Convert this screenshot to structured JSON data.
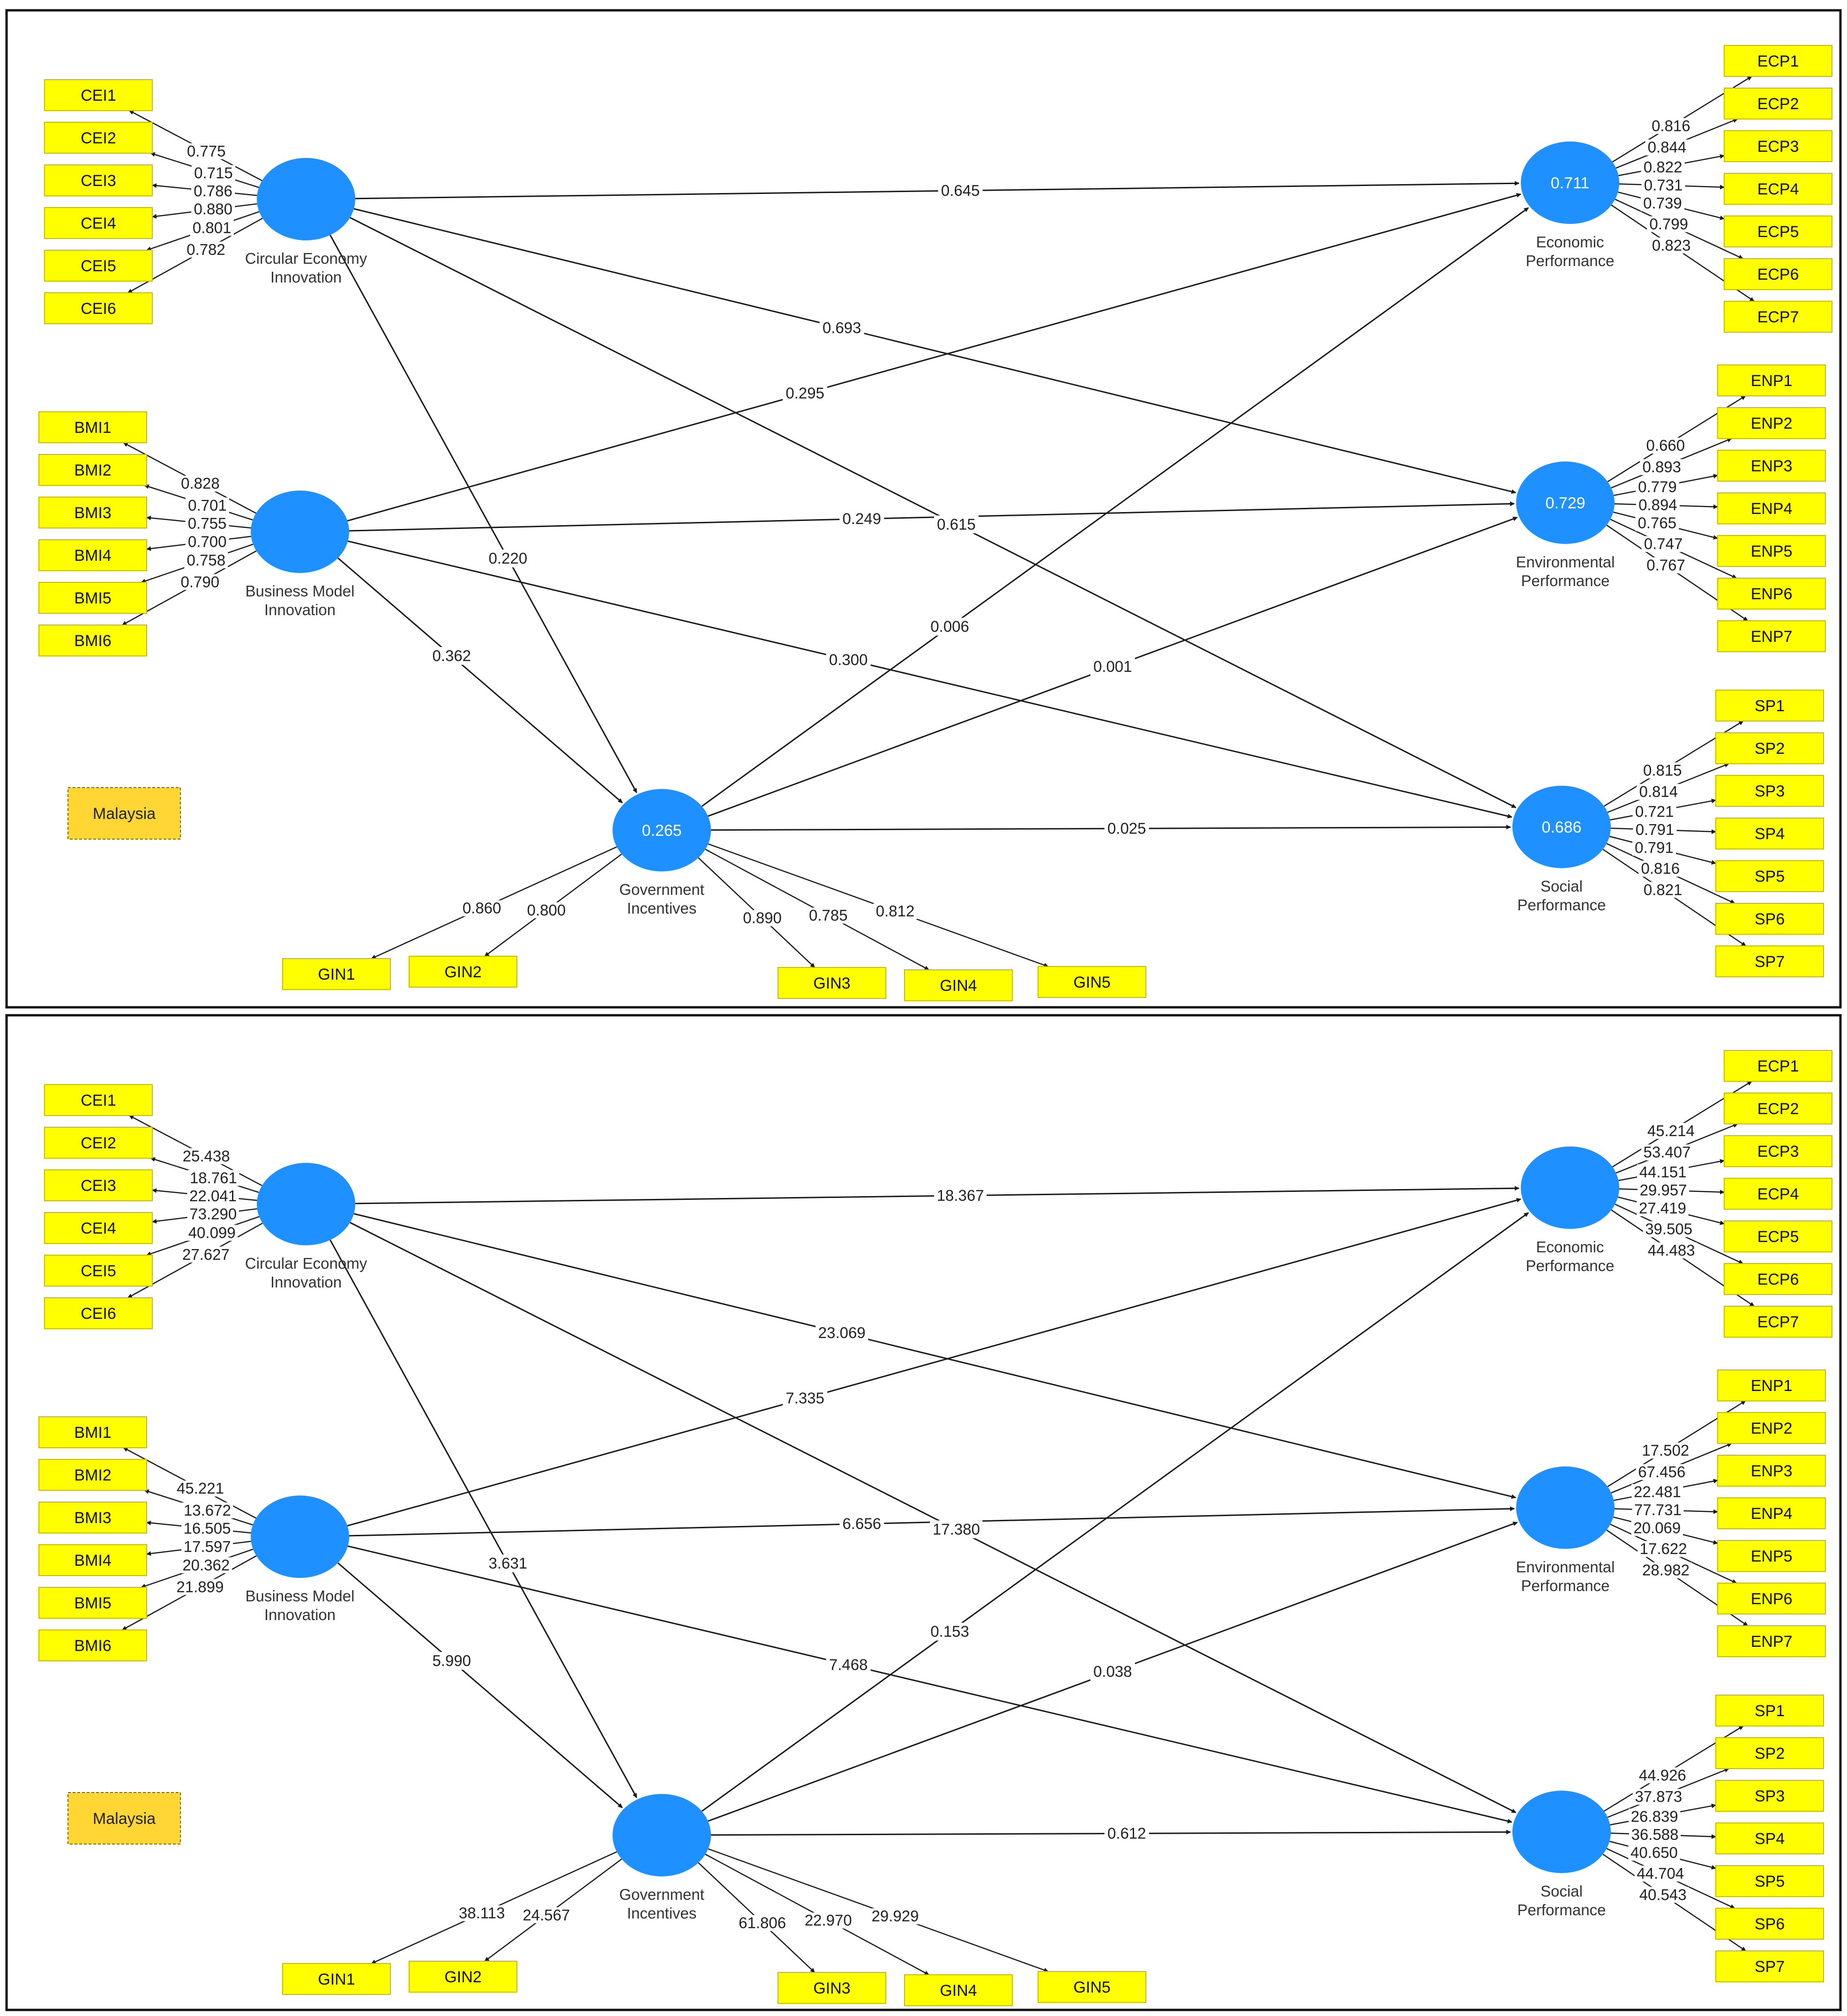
{
  "colors": {
    "indicator_fill": "#ffff00",
    "indicator_stroke": "#c9b800",
    "construct_fill": "#1e90ff",
    "group_fill": "#ffd633",
    "line": "#1a1a1a",
    "panel_border": "#111111"
  },
  "icons": {
    "arrowhead": "arrowhead-icon",
    "construct": "ellipse-construct-icon",
    "indicator": "rectangle-indicator-icon"
  },
  "panels": [
    {
      "id": "top",
      "group_label": "Malaysia",
      "constructs": {
        "CEI": {
          "label": [
            "Circular Economy",
            "Innovation"
          ],
          "value": ""
        },
        "BMI": {
          "label": [
            "Business Model",
            "Innovation"
          ],
          "value": ""
        },
        "GIN": {
          "label": [
            "Government",
            "Incentives"
          ],
          "value": "0.265"
        },
        "ECP": {
          "label": [
            "Economic",
            "Performance"
          ],
          "value": "0.711"
        },
        "ENP": {
          "label": [
            "Environmental",
            "Performance"
          ],
          "value": "0.729"
        },
        "SP": {
          "label": [
            "Social",
            "Performance"
          ],
          "value": "0.686"
        }
      },
      "indicators": {
        "CEI": [
          "CEI1",
          "CEI2",
          "CEI3",
          "CEI4",
          "CEI5",
          "CEI6"
        ],
        "BMI": [
          "BMI1",
          "BMI2",
          "BMI3",
          "BMI4",
          "BMI5",
          "BMI6"
        ],
        "GIN": [
          "GIN1",
          "GIN2",
          "GIN3",
          "GIN4",
          "GIN5"
        ],
        "ECP": [
          "ECP1",
          "ECP2",
          "ECP3",
          "ECP4",
          "ECP5",
          "ECP6",
          "ECP7"
        ],
        "ENP": [
          "ENP1",
          "ENP2",
          "ENP3",
          "ENP4",
          "ENP5",
          "ENP6",
          "ENP7"
        ],
        "SP": [
          "SP1",
          "SP2",
          "SP3",
          "SP4",
          "SP5",
          "SP6",
          "SP7"
        ]
      },
      "loadings": {
        "CEI": [
          "0.775",
          "0.715",
          "0.786",
          "0.880",
          "0.801",
          "0.782"
        ],
        "BMI": [
          "0.828",
          "0.701",
          "0.755",
          "0.700",
          "0.758",
          "0.790"
        ],
        "GIN": [
          "0.860",
          "0.800",
          "0.890",
          "0.785",
          "0.812"
        ],
        "ECP": [
          "0.816",
          "0.844",
          "0.822",
          "0.731",
          "0.739",
          "0.799",
          "0.823"
        ],
        "ENP": [
          "0.660",
          "0.893",
          "0.779",
          "0.894",
          "0.765",
          "0.747",
          "0.767"
        ],
        "SP": [
          "0.815",
          "0.814",
          "0.721",
          "0.791",
          "0.791",
          "0.816",
          "0.821"
        ]
      },
      "paths": {
        "CEI_ECP": "0.645",
        "CEI_ENP": "0.693",
        "CEI_SP": "0.615",
        "CEI_GIN": "0.220",
        "BMI_ECP": "0.295",
        "BMI_ENP": "0.249",
        "BMI_SP": "0.300",
        "BMI_GIN": "0.362",
        "GIN_ECP": "0.006",
        "GIN_ENP": "0.001",
        "GIN_SP": "0.025"
      }
    },
    {
      "id": "bottom",
      "group_label": "Malaysia",
      "constructs": {
        "CEI": {
          "label": [
            "Circular Economy",
            "Innovation"
          ],
          "value": ""
        },
        "BMI": {
          "label": [
            "Business Model",
            "Innovation"
          ],
          "value": ""
        },
        "GIN": {
          "label": [
            "Government",
            "Incentives"
          ],
          "value": ""
        },
        "ECP": {
          "label": [
            "Economic",
            "Performance"
          ],
          "value": ""
        },
        "ENP": {
          "label": [
            "Environmental",
            "Performance"
          ],
          "value": ""
        },
        "SP": {
          "label": [
            "Social",
            "Performance"
          ],
          "value": ""
        }
      },
      "indicators": {
        "CEI": [
          "CEI1",
          "CEI2",
          "CEI3",
          "CEI4",
          "CEI5",
          "CEI6"
        ],
        "BMI": [
          "BMI1",
          "BMI2",
          "BMI3",
          "BMI4",
          "BMI5",
          "BMI6"
        ],
        "GIN": [
          "GIN1",
          "GIN2",
          "GIN3",
          "GIN4",
          "GIN5"
        ],
        "ECP": [
          "ECP1",
          "ECP2",
          "ECP3",
          "ECP4",
          "ECP5",
          "ECP6",
          "ECP7"
        ],
        "ENP": [
          "ENP1",
          "ENP2",
          "ENP3",
          "ENP4",
          "ENP5",
          "ENP6",
          "ENP7"
        ],
        "SP": [
          "SP1",
          "SP2",
          "SP3",
          "SP4",
          "SP5",
          "SP6",
          "SP7"
        ]
      },
      "loadings": {
        "CEI": [
          "25.438",
          "18.761",
          "22.041",
          "73.290",
          "40.099",
          "27.627"
        ],
        "BMI": [
          "45.221",
          "13.672",
          "16.505",
          "17.597",
          "20.362",
          "21.899"
        ],
        "GIN": [
          "38.113",
          "24.567",
          "61.806",
          "22.970",
          "29.929"
        ],
        "ECP": [
          "45.214",
          "53.407",
          "44.151",
          "29.957",
          "27.419",
          "39.505",
          "44.483"
        ],
        "ENP": [
          "17.502",
          "67.456",
          "22.481",
          "77.731",
          "20.069",
          "17.622",
          "28.982"
        ],
        "SP": [
          "44.926",
          "37.873",
          "26.839",
          "36.588",
          "40.650",
          "44.704",
          "40.543"
        ]
      },
      "paths": {
        "CEI_ECP": "18.367",
        "CEI_ENP": "23.069",
        "CEI_SP": "17.380",
        "CEI_GIN": "3.631",
        "BMI_ECP": "7.335",
        "BMI_ENP": "6.656",
        "BMI_SP": "7.468",
        "BMI_GIN": "5.990",
        "GIN_ECP": "0.153",
        "GIN_ENP": "0.038",
        "GIN_SP": "0.612"
      }
    }
  ]
}
